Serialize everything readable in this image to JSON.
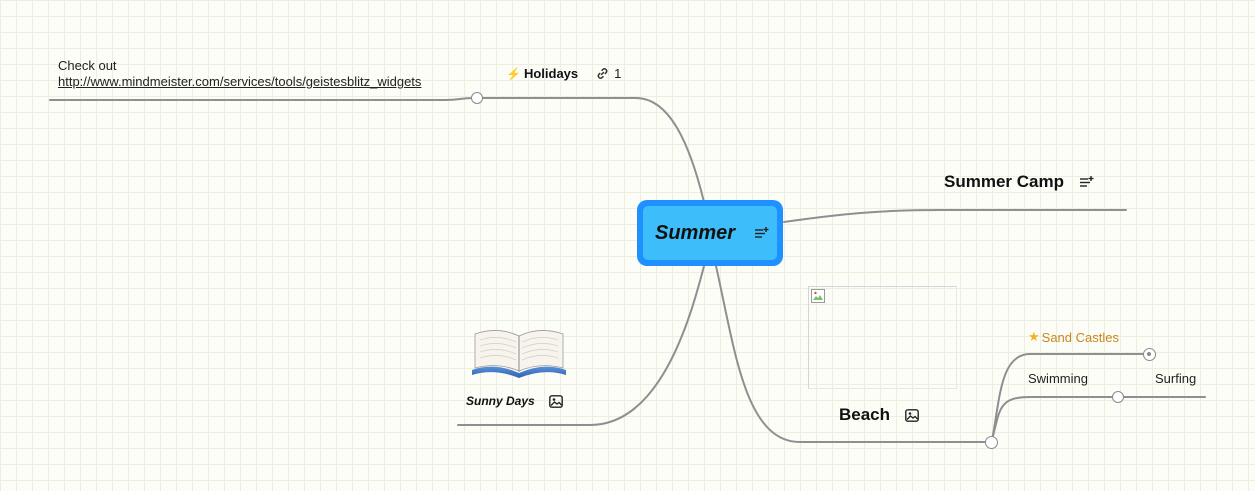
{
  "map": {
    "central": {
      "title": "Summer"
    },
    "holidays": {
      "title": "Holidays",
      "link_count": "1",
      "icon": "lightning-icon"
    },
    "check_out": {
      "label": "Check out",
      "url": "http://www.mindmeister.com/services/tools/geistesblitz_widgets"
    },
    "summer_camp": {
      "title": "Summer Camp"
    },
    "sunny_days": {
      "title": "Sunny Days",
      "icon": "open-book-icon"
    },
    "beach": {
      "title": "Beach"
    },
    "sand_castles": {
      "title": "Sand Castles",
      "icon": "star-icon"
    },
    "swimming": {
      "title": "Swimming"
    },
    "surfing": {
      "title": "Surfing"
    }
  },
  "colors": {
    "central_border": "#1e90ff",
    "central_fill": "#3dbdf9",
    "sand_castles_text": "#c9861f",
    "connector": "#8f8f8f"
  }
}
